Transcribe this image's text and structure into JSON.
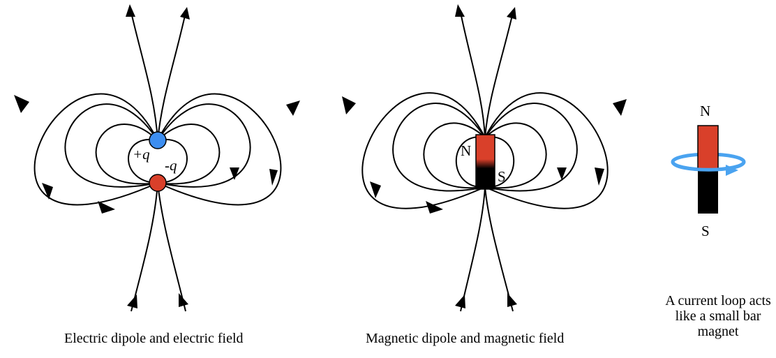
{
  "electric": {
    "positive_label": "+q",
    "negative_label": "-q",
    "caption": "Electric dipole and electric field"
  },
  "magnetic": {
    "north_label": "N",
    "south_label": "S",
    "caption": "Magnetic dipole and magnetic field"
  },
  "loop": {
    "north_label": "N",
    "south_label": "S",
    "note_line1": "A current loop acts",
    "note_line2": "like a small bar",
    "note_line3": "magnet"
  },
  "colors": {
    "positive_charge": "#3d8ef0",
    "negative_charge": "#d9402a",
    "magnet_north": "#d9402a",
    "magnet_south": "#000000",
    "current_loop": "#4aa3f0",
    "field_line": "#000000"
  }
}
